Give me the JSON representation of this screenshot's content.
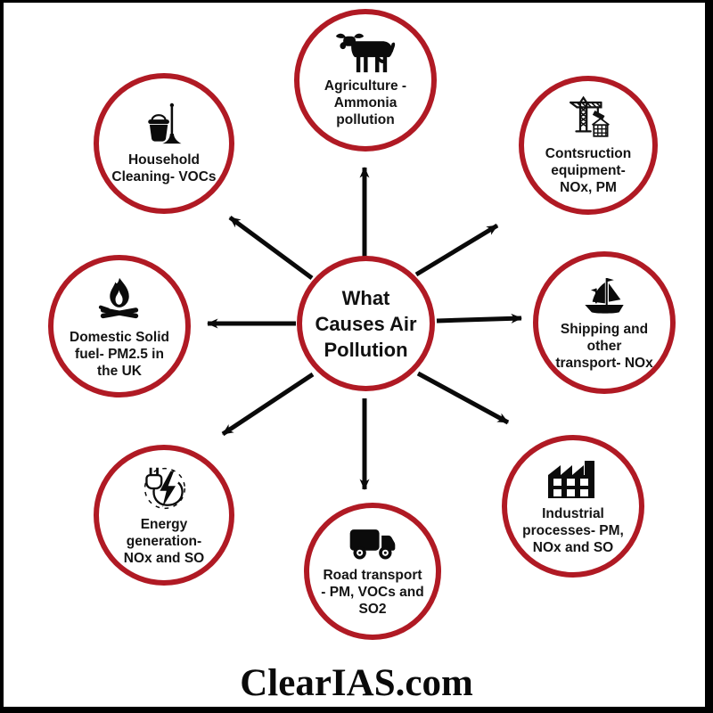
{
  "page": {
    "background": "#ffffff",
    "frame_color": "#000000",
    "accent_red": "#b01a24"
  },
  "center": {
    "label": [
      "What",
      "Causes Air",
      "Pollution"
    ]
  },
  "nodes": [
    {
      "id": "agriculture",
      "icon": "cow-icon",
      "label": [
        "Agriculture -",
        "Ammonia",
        "pollution"
      ]
    },
    {
      "id": "construction",
      "icon": "crane-icon",
      "label": [
        "Contsruction",
        "equipment-",
        "NOx, PM"
      ]
    },
    {
      "id": "shipping",
      "icon": "ship-icon",
      "label": [
        "Shipping and",
        "other",
        "transport- NOx"
      ]
    },
    {
      "id": "industrial",
      "icon": "factory-icon",
      "label": [
        "Industrial",
        "processes- PM,",
        "NOx and SO"
      ]
    },
    {
      "id": "road-transport",
      "icon": "truck-icon",
      "label": [
        "Road transport",
        "- PM, VOCs and",
        "SO2"
      ]
    },
    {
      "id": "energy",
      "icon": "plug-lightning-icon",
      "label": [
        "Energy",
        "generation-",
        "NOx and SO"
      ]
    },
    {
      "id": "domestic-fuel",
      "icon": "campfire-icon",
      "label": [
        "Domestic Solid",
        "fuel- PM2.5 in",
        "the UK"
      ]
    },
    {
      "id": "household",
      "icon": "bucket-mop-icon",
      "label": [
        "Household",
        "Cleaning- VOCs"
      ]
    }
  ],
  "footer": {
    "brand": "ClearIAS.com"
  }
}
